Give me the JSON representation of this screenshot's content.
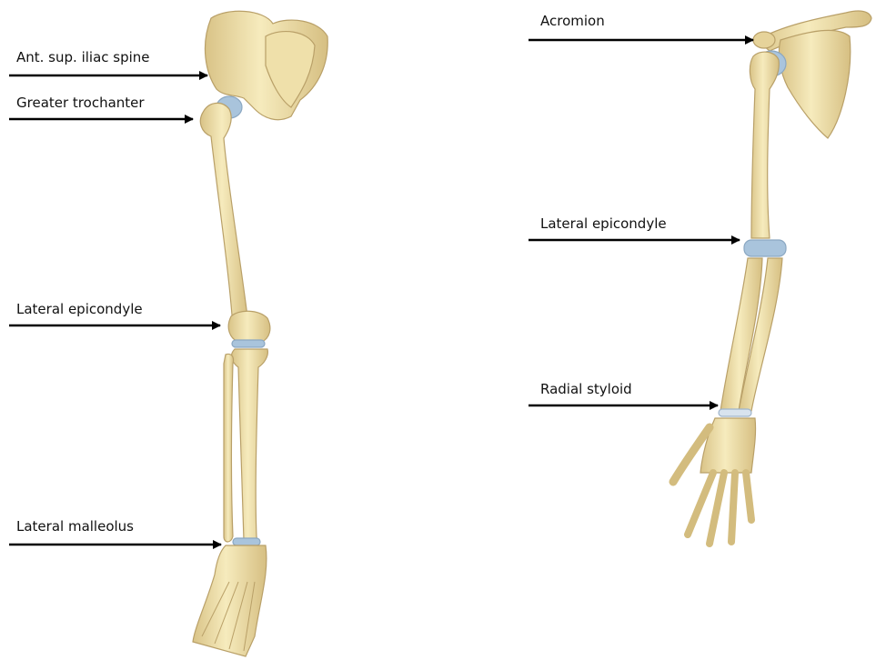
{
  "leg": {
    "labels": [
      {
        "text": "Ant. sup. iliac spine"
      },
      {
        "text": "Greater trochanter"
      },
      {
        "text": "Lateral epicondyle"
      },
      {
        "text": "Lateral malleolus"
      }
    ]
  },
  "arm": {
    "labels": [
      {
        "text": "Acromion"
      },
      {
        "text": "Lateral epicondyle"
      },
      {
        "text": "Radial styloid"
      }
    ]
  },
  "colors": {
    "bone": "#f1e2ad",
    "bone_shade": "#d8c184",
    "bone_outline": "#b9a068",
    "cartilage": "#a9c4dc",
    "arrow": "#000000"
  }
}
